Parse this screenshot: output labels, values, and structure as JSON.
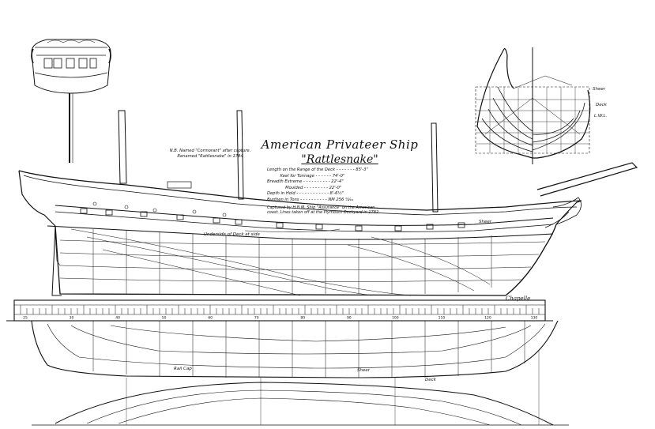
{
  "title": "American Privateer Ship",
  "name": "\"Rattlesnake\"",
  "note_lines": [
    "N.B. Named \"Cormorant\" after capture.",
    "Renamed \"Rattlesnake\" in 1784"
  ],
  "specs": [
    {
      "label": "Length on the Range of the Deck",
      "value": "85'-3\""
    },
    {
      "label": "Keel for Tonnage",
      "value": "74'-0\""
    },
    {
      "label": "Breadth Extreme",
      "value": "22'-4\""
    },
    {
      "label": "Moulded",
      "value": "22'-0\""
    },
    {
      "label": "Depth in Hold",
      "value": "8'-6½\""
    },
    {
      "label": "Burthen in Tons",
      "value": "NM 256 ½⁄₉₄"
    }
  ],
  "capture_note": [
    "Captured by H.B.M. Ship \"Assurance\" on the American",
    "coast. Lines taken off at the Plymouth Dockyard in 1782"
  ],
  "labels": {
    "underside_deck": "Underside of Deck at side",
    "sheer_profile": "Sheer",
    "sheer_body": "Sheer",
    "deck_body": "Deck",
    "lwl_body": "L.W.L.",
    "signature": "Chapelle",
    "plan_label_left": "Rail Cap",
    "plan_label_mid": "Sheer",
    "plan_label_right": "Deck"
  },
  "scale_numbers": [
    "25",
    "30",
    "40",
    "50",
    "60",
    "70",
    "80",
    "90",
    "100",
    "110",
    "120",
    "130"
  ]
}
